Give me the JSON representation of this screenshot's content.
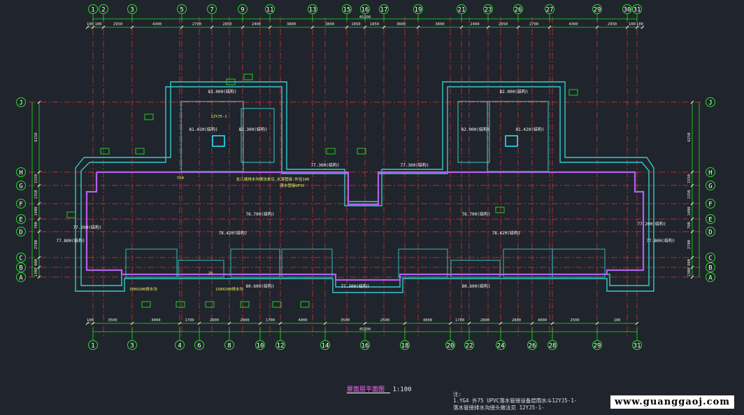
{
  "drawing": {
    "title": "屋面层平面图",
    "scale": "1:100",
    "total_dimension_top": "45200",
    "total_dimension_bottom": "45200",
    "notes_heading": "注:",
    "notes": [
      "1.YG4 外75 UPVC落水管接设备层雨水斗12YJ5-1-",
      "落水管接排水沟接头做法见 12YJ5-1-"
    ],
    "watermark": "www.guanggaoj.com"
  },
  "colors": {
    "background": "#20242c",
    "axis_red": "#e53333",
    "axis_circle": "#21e021",
    "wall": "#33cccc",
    "parapet": "#b45ff0",
    "dim_white": "#ffffff",
    "label_yellow": "#f5f56a"
  },
  "axes": {
    "top": [
      "1",
      "2",
      "3",
      "5",
      "7",
      "9",
      "11",
      "13",
      "15",
      "16",
      "17",
      "19",
      "21",
      "23",
      "26",
      "27",
      "29",
      "30",
      "31"
    ],
    "bottom": [
      "1",
      "3",
      "4",
      "6",
      "8",
      "10",
      "12",
      "14",
      "16",
      "18",
      "20",
      "22",
      "24",
      "26",
      "28",
      "29",
      "31"
    ],
    "left_rows": [
      "J",
      "H",
      "G",
      "F",
      "E",
      "D",
      "C",
      "B",
      "A"
    ],
    "right_rows": [
      "J",
      "H",
      "G",
      "F",
      "E",
      "D",
      "C",
      "B",
      "A"
    ]
  },
  "dimensions": {
    "top": [
      "100",
      "100",
      "2950",
      "4300",
      "2700",
      "2850",
      "2400",
      "3800",
      "3800",
      "1850",
      "1850",
      "3800",
      "3800",
      "2400",
      "2850",
      "2700",
      "4300",
      "2950",
      "100",
      "100"
    ],
    "bottom": [
      "100",
      "3500",
      "4000",
      "1700",
      "2800",
      "2800",
      "1700",
      "4000",
      "3500",
      "2500",
      "4000",
      "1700",
      "2800",
      "2800",
      "4000",
      "2500",
      "100"
    ],
    "left": [
      "6150",
      "1550",
      "1350",
      "1400",
      "700",
      "2700",
      "900",
      "1300"
    ],
    "right": [
      "6150",
      "1550",
      "1350",
      "1400",
      "700",
      "2700",
      "900",
      "1300"
    ]
  },
  "elevations": [
    "83.000(结构)",
    "81.420(结构)",
    "82.300(结构)",
    "77.300(结构)",
    "77.300(结构)",
    "76.700(结构)",
    "76.700(结构)",
    "77.200(结构)",
    "77.200(结构)",
    "77.800(结构)",
    "77.800(结构)",
    "78.420(结构)",
    "78.420(结构)",
    "80.600(结构)",
    "80.600(结构)",
    "77.300(结构)",
    "82.000(结构)",
    "82.000(结构)",
    "81.420(结构)"
  ],
  "annotations": [
    "女儿墙排水沟做法参见,水落管接:外径100",
    "落水管接UPVC",
    "12YJ5-1",
    "YG4",
    "300X200排水沟",
    "150X200排水沟",
    "2%"
  ]
}
